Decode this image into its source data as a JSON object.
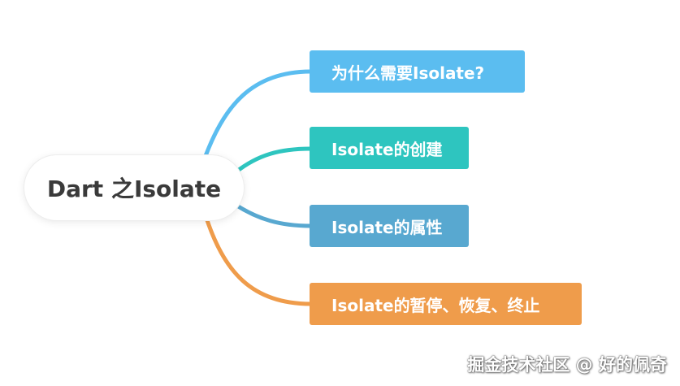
{
  "root": {
    "label": "Dart 之Isolate"
  },
  "branches": [
    {
      "label": "为什么需要Isolate?",
      "color": "#5bbdf0"
    },
    {
      "label": "Isolate的创建",
      "color": "#2ec5bf"
    },
    {
      "label": "Isolate的属性",
      "color": "#58a8d0"
    },
    {
      "label": "Isolate的暂停、恢复、终止",
      "color": "#ef9c4b"
    }
  ],
  "watermark": {
    "text": "掘金技术社区 @ 好的佩奇"
  }
}
